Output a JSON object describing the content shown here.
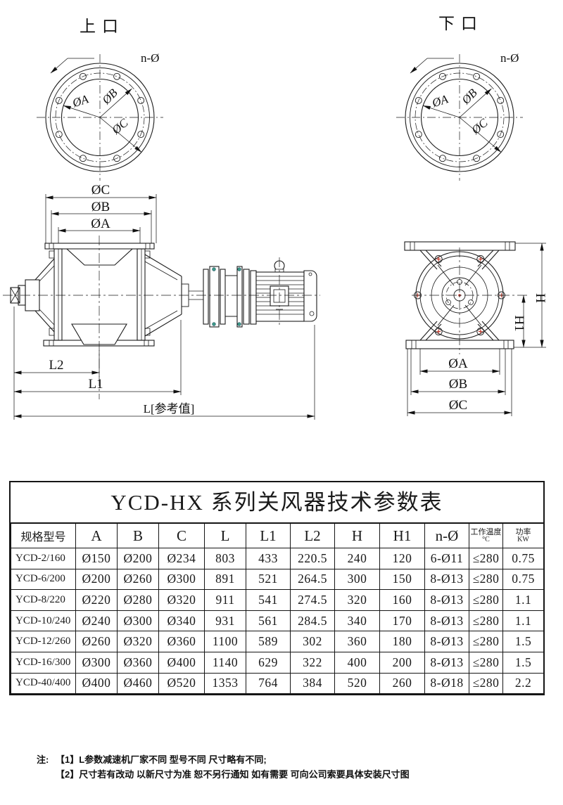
{
  "page": {
    "background": "#ffffff",
    "ink": "#1a1a1a",
    "accent_red": "#c0392b"
  },
  "drawings": {
    "top_left_flange": {
      "title": "上口",
      "hole_label": "n-Ø",
      "dim_a": "ØA",
      "dim_b": "ØB",
      "dim_c": "ØC"
    },
    "top_right_flange": {
      "title": "下口",
      "hole_label": "n-Ø",
      "dim_a": "ØA",
      "dim_b": "ØB",
      "dim_c": "ØC"
    },
    "side_view": {
      "dim_c": "ØC",
      "dim_b": "ØB",
      "dim_a": "ØA",
      "dim_l2": "L2",
      "dim_l1": "L1",
      "dim_l": "L[参考值]"
    },
    "end_view": {
      "dim_h": "H",
      "dim_h1": "H1",
      "dim_a": "ØA",
      "dim_b": "ØB",
      "dim_c": "ØC"
    }
  },
  "table": {
    "title": "YCD-HX 系列关风器技术参数表",
    "columns": [
      {
        "label": "规格型号"
      },
      {
        "label": "A"
      },
      {
        "label": "B"
      },
      {
        "label": "C"
      },
      {
        "label": "L"
      },
      {
        "label": "L1"
      },
      {
        "label": "L2"
      },
      {
        "label": "H"
      },
      {
        "label": "H1"
      },
      {
        "label": "n-Ø"
      },
      {
        "label": "工作温度",
        "sub": "°C"
      },
      {
        "label": "功率",
        "sub": "KW"
      }
    ],
    "rows": [
      [
        "YCD-2/160",
        "Ø150",
        "Ø200",
        "Ø234",
        "803",
        "433",
        "220.5",
        "240",
        "120",
        "6-Ø11",
        "≤280",
        "0.75"
      ],
      [
        "YCD-6/200",
        "Ø200",
        "Ø260",
        "Ø300",
        "891",
        "521",
        "264.5",
        "300",
        "150",
        "8-Ø13",
        "≤280",
        "0.75"
      ],
      [
        "YCD-8/220",
        "Ø220",
        "Ø280",
        "Ø320",
        "911",
        "541",
        "274.5",
        "320",
        "160",
        "8-Ø13",
        "≤280",
        "1.1"
      ],
      [
        "YCD-10/240",
        "Ø240",
        "Ø300",
        "Ø340",
        "931",
        "561",
        "284.5",
        "340",
        "170",
        "8-Ø13",
        "≤280",
        "1.1"
      ],
      [
        "YCD-12/260",
        "Ø260",
        "Ø320",
        "Ø360",
        "1100",
        "589",
        "302",
        "360",
        "180",
        "8-Ø13",
        "≤280",
        "1.5"
      ],
      [
        "YCD-16/300",
        "Ø300",
        "Ø360",
        "Ø400",
        "1140",
        "629",
        "322",
        "400",
        "200",
        "8-Ø13",
        "≤280",
        "1.5"
      ],
      [
        "YCD-40/400",
        "Ø400",
        "Ø460",
        "Ø520",
        "1353",
        "764",
        "384",
        "520",
        "260",
        "8-Ø18",
        "≤280",
        "2.2"
      ]
    ]
  },
  "notes": {
    "prefix": "注:",
    "items": [
      "【1】L参数减速机厂家不同 型号不同 尺寸略有不同;",
      "【2】尺寸若有改动 以新尺寸为准 恕不另行通知 如有需要 可向公司索要具体安装尺寸图"
    ]
  }
}
